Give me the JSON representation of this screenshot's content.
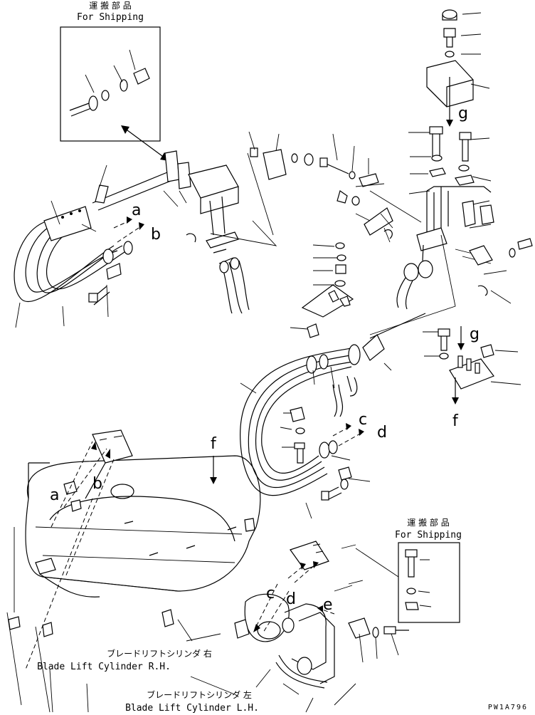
{
  "shipping_box_top": {
    "jp": "運 搬 部 品",
    "en": "For Shipping"
  },
  "shipping_box_right": {
    "jp": "運 搬 部 品",
    "en": "For Shipping"
  },
  "callouts": {
    "a1": "a",
    "b1": "b",
    "a2": "a",
    "b2": "b",
    "c1": "c",
    "d1": "d",
    "c2": "c",
    "d2": "d",
    "e1": "e",
    "f1": "f",
    "f2": "f",
    "g1": "g",
    "g2": "g"
  },
  "cylinder_rh": {
    "jp": "ブレードリフトシリンダ 右",
    "en": "Blade Lift Cylinder R.H."
  },
  "cylinder_lh": {
    "jp": "ブレードリフトシリンダ 左",
    "en": "Blade Lift Cylinder L.H."
  },
  "drawing_code": "PW1A796"
}
